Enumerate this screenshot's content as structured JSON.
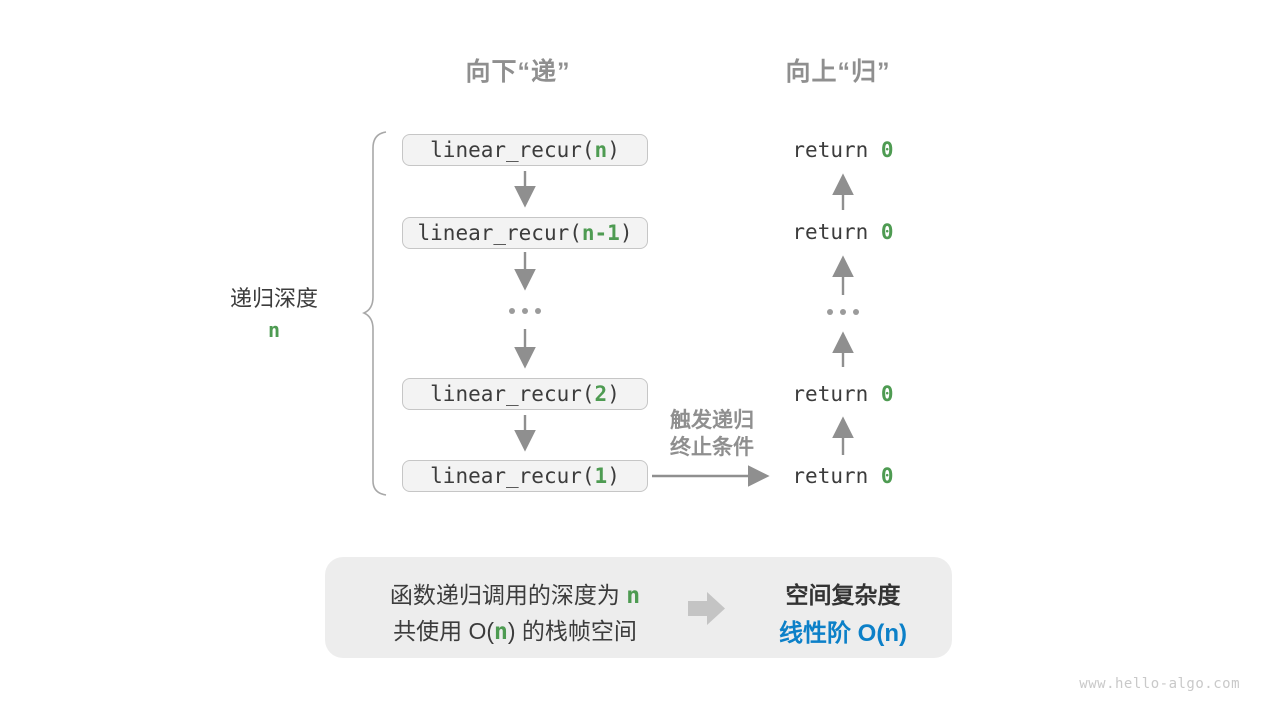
{
  "headers": {
    "down": "向下“递”",
    "up": "向上“归”"
  },
  "depth": {
    "label": "递归深度",
    "value": "n"
  },
  "calls": [
    {
      "pre": "linear_recur(",
      "arg": "n",
      "post": ")"
    },
    {
      "pre": "linear_recur(",
      "arg": "n-1",
      "post": ")"
    },
    {
      "pre": "linear_recur(",
      "arg": "2",
      "post": ")"
    },
    {
      "pre": "linear_recur(",
      "arg": "1",
      "post": ")"
    }
  ],
  "returns": [
    {
      "pre": "return ",
      "val": "0"
    },
    {
      "pre": "return ",
      "val": "0"
    },
    {
      "pre": "return ",
      "val": "0"
    },
    {
      "pre": "return ",
      "val": "0"
    }
  ],
  "ellipsis": "...",
  "trigger": {
    "line1": "触发递归",
    "line2": "终止条件"
  },
  "summary": {
    "left_line1": {
      "pre": "函数递归调用的深度为 ",
      "var": "n"
    },
    "left_line2": {
      "pre": "共使用 O(",
      "var": "n",
      "post": ") 的栈帧空间"
    },
    "right_title": "空间复杂度",
    "right_value": "线性阶 O(n)"
  },
  "watermark": "www.hello-algo.com",
  "colors": {
    "green": "#4e9b52",
    "blue": "#0c80c8",
    "arrow_gray": "#8f8f8f"
  }
}
